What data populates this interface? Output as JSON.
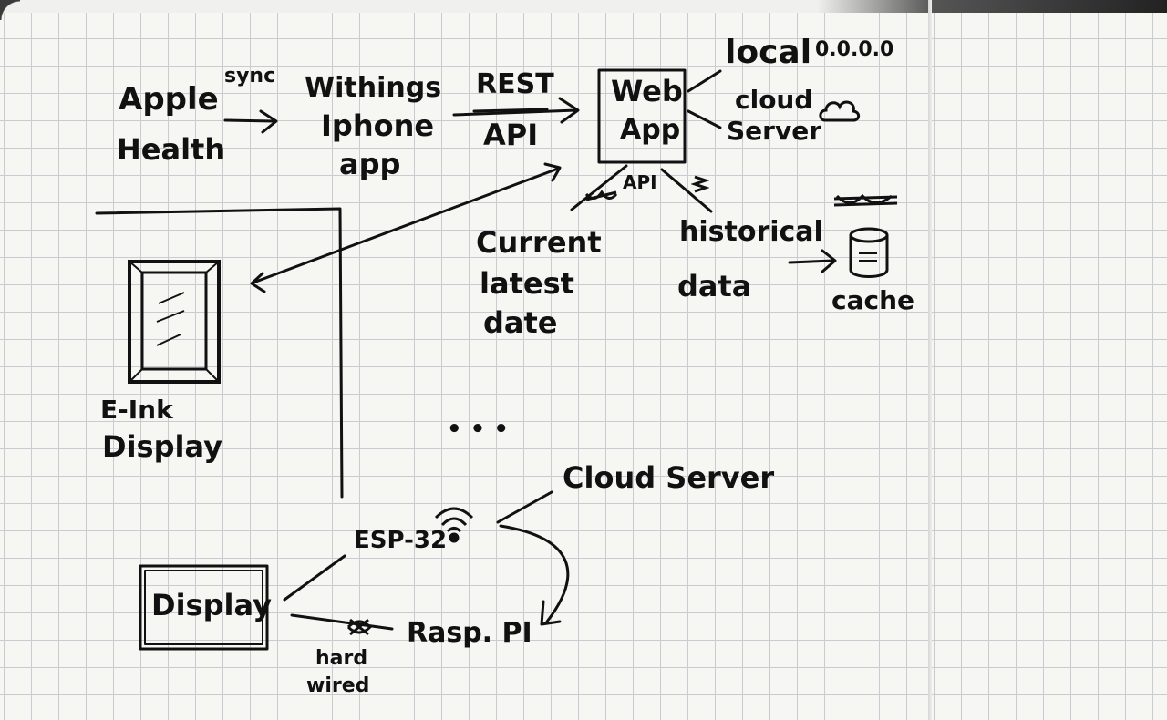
{
  "nodes": {
    "apple_health": {
      "line1": "Apple",
      "line2": "Health"
    },
    "sync_label": "sync",
    "withings": {
      "line1": "Withings",
      "line2": "Iphone",
      "line3": "app"
    },
    "rest_api": {
      "line1": "REST",
      "line2": "API"
    },
    "web_app": {
      "line1": "Web",
      "line2": "App"
    },
    "local": "local",
    "local_ip": "0.0.0.0",
    "cloud_server_top": {
      "line1": "cloud",
      "line2": "Server"
    },
    "api_label": "API",
    "current": {
      "line1": "Current",
      "line2": "latest",
      "line3": "date"
    },
    "historical": {
      "line1": "historical",
      "line2": "data"
    },
    "cache": "cache",
    "eink": {
      "line1": "E-Ink",
      "line2": "Display"
    },
    "ellipsis": "• • •",
    "cloud_server_bottom": "Cloud Server",
    "esp32": "ESP-32",
    "display": "Display",
    "rasp_pi": "Rasp. PI",
    "hard_wired": {
      "line1": "hard",
      "line2": "wired"
    }
  },
  "icons": [
    "cloud-icon",
    "database-icon",
    "wifi-icon",
    "eink-display-icon"
  ],
  "colors": {
    "ink": "#111111",
    "paper": "#f6f6f3",
    "grid": "#c9cbd0"
  }
}
